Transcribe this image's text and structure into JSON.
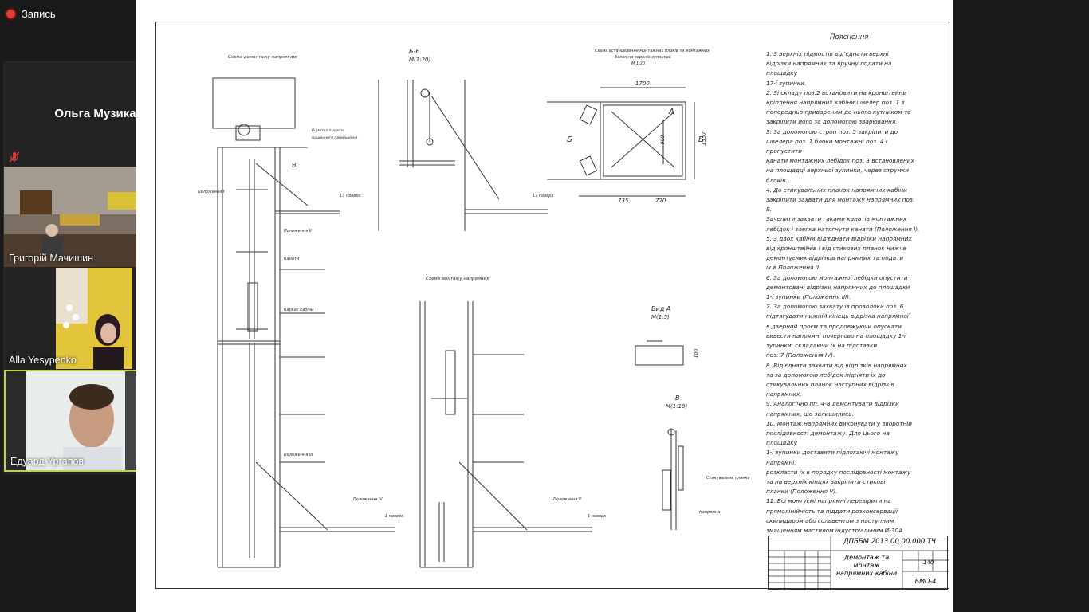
{
  "recording": {
    "label": "Запись"
  },
  "participants": [
    {
      "name": "Ольга Музика"
    },
    {
      "name": "Григорій Мачишин"
    },
    {
      "name": "Alla Yesypenko"
    },
    {
      "name": "Едуард Ургапов"
    }
  ],
  "drawing": {
    "notes_title": "Пояснення",
    "notes": [
      "1. З верхніх підмостів від'єднати верхні",
      "відрізки напрямних та вручну подати на площадку",
      "17-ї зупинки.",
      "2. Зі складу поз.2 встановити на кронштейни",
      "кріплення напрямних кабіни швелер поз. 1 з",
      "попередньо привареним до нього кутником та",
      "закріпити його за допомогою зварювання.",
      "3. За допомогою строп поз. 5 закріпити до",
      "швелера поз. 1 блоки монтажні поз. 4 і пропустити",
      "канати монтажних лебідок поз. 3 встановлених",
      "на площадці верхньої зупинки, через струмки блоків.",
      "4. До стикувальних планок напрямних кабіни",
      "закріпити захвати для монтажу напрямних поз. 8.",
      "Зачепити захвати гаками канатів монтажних",
      "лебідок і злегка натягнути канати (Положення I).",
      "5. З двох кабіни від'єднати відрізки напрямних",
      "від кронштейнів і від стикових планок нижче",
      "демонтуємих відрізків напрямних та подати",
      "їх в Положення II.",
      "6. За допомогою монтажної лебідки опустити",
      "демонтовані відрізки напрямних до площадки",
      "1-ї зупинки (Положення III).",
      "7. За допомогою захвату із проволоки поз. 6",
      "підтягувати нижній кінець відрізка напрямної",
      "в дверний проєм та продовжуючи опускати",
      "вивести напрямні почергово на площадку 1-ї",
      "зупинки, складаючи їх на підставки",
      "поз. 7 (Положення IV).",
      "8. Від'єднати захвати від відрізків напрямних",
      "та за допомогою лебідок підняти їх до",
      "стикувальних планок наступних відрізків напрямних.",
      "9. Аналогічно пп. 4-8 демонтувати відрізки",
      "напрямних, що залишились.",
      "10. Монтаж напрямних виконувати у зворотній",
      "послідовності демонтажу. Для цього на площадку",
      "1-ї зупинки доставити підлягаючі монтажу напрямні,",
      "розкласти їх в порядку послідовності монтажу",
      "та на верхніх кінцях закріпити стикові",
      "планки (Положення V).",
      "11. Всі монтуємі напрямні перевірити на",
      "прямолінійність та піддати розконсервації",
      "скипидаром або сольвентом з наступним",
      "змащенням мастилом індустріальним И-30А."
    ],
    "captions": {
      "scheme_demontazh": "Схема демонтажу напрямних",
      "section_bb": "Б-Б",
      "section_bb_scale": "М(1:20)",
      "scheme_blocks": "Схема встановлення монтажних блоків та монтажних",
      "scheme_blocks_2": "балок на верхніх зупинках",
      "scheme_blocks_3": "М 1:20",
      "scheme_montazh": "Схема монтажу напрямних",
      "view_a": "Вид А",
      "view_a_scale": "М(1:5)",
      "view_v": "В",
      "view_v_scale": "М(1:10)",
      "dim_1700": "1700",
      "dim_735": "735",
      "dim_770": "770",
      "dim_1557": "1557",
      "dim_900": "900",
      "dim_100": "100",
      "label_A": "А",
      "label_B1": "Б",
      "label_B2": "Б",
      "label_V": "В",
      "pos_I": "Положення I",
      "pos_II": "Положення II",
      "pos_III": "Положення III",
      "pos_IV": "Положення IV",
      "pos_V": "Положення V",
      "floor17a": "17 поверх",
      "floor17b": "17 поверх",
      "floor1a": "1 поверх",
      "floor1b": "1 поверх",
      "lift_top": "Відмітка підлоги",
      "lift_top2": "машинного приміщення",
      "kanaty": "Канати",
      "kabina": "Каркас кабіни",
      "stykuvalna": "Стикувальна планка",
      "napryamna": "Напрямна"
    },
    "title_block": {
      "code": "ДПББМ 2013 00.00.000 ТЧ",
      "title_line1": "Демонтаж та монтаж",
      "title_line2": "напрямних кабіни",
      "sheet": "140",
      "group": "БМО-4"
    }
  }
}
